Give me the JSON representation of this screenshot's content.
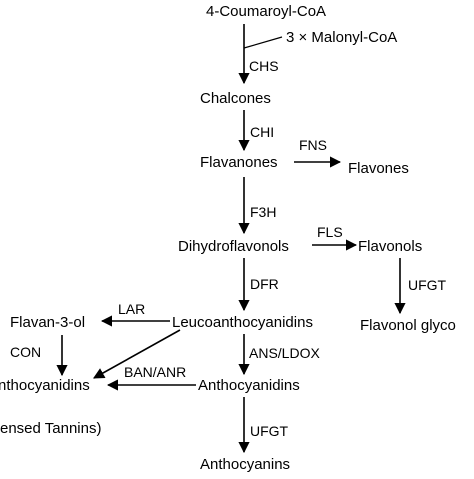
{
  "nodes": {
    "coumaroyl": "4-Coumaroyl-CoA",
    "malonyl": "3 × Malonyl-CoA",
    "chalcones": "Chalcones",
    "flavanones": "Flavanones",
    "flavones": "Flavones",
    "dihydroflavonols": "Dihydroflavonols",
    "flavonols": "Flavonols",
    "leucoanthocyanidins": "Leucoanthocyanidins",
    "flavonol_glyco": "Flavonol glyco",
    "flavan3ol": "Flavan-3-ol",
    "proanthocyanidins": "nthocyanidins",
    "anthocyanidins": "Anthocyanidins",
    "condensed_tannins": "ensed Tannins)",
    "anthocyanins": "Anthocyanins"
  },
  "enzymes": {
    "chs": "CHS",
    "chi": "CHI",
    "fns": "FNS",
    "f3h": "F3H",
    "fls": "FLS",
    "dfr": "DFR",
    "ufgt_flavonol": "UFGT",
    "lar": "LAR",
    "con": "CON",
    "ans_ldox": "ANS/LDOX",
    "ban_anr": "BAN/ANR",
    "ufgt_antho": "UFGT"
  }
}
